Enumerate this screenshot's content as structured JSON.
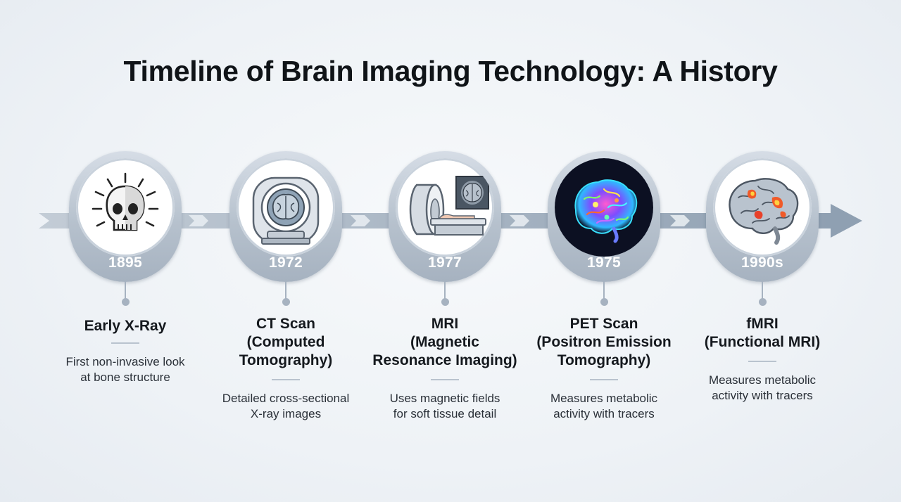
{
  "title": "Timeline of Brain Imaging Technology: A History",
  "colors": {
    "arrow": "#a9b6c4",
    "pill": "#b6c1cd",
    "heat": "#f05a28"
  },
  "milestones": [
    {
      "year": "1895",
      "icon": "skull-xray-icon",
      "title_lines": [
        "Early X-Ray"
      ],
      "desc_lines": [
        "First non-invasive look",
        "at bone structure"
      ]
    },
    {
      "year": "1972",
      "icon": "ct-scanner-icon",
      "title_lines": [
        "CT Scan",
        "(Computed",
        "Tomography)"
      ],
      "desc_lines": [
        "Detailed cross-sectional",
        "X-ray images"
      ]
    },
    {
      "year": "1977",
      "icon": "mri-machine-icon",
      "title_lines": [
        "MRI",
        "(Magnetic",
        "Resonance Imaging)"
      ],
      "desc_lines": [
        "Uses magnetic fields",
        "for soft tissue detail"
      ]
    },
    {
      "year": "1975",
      "icon": "pet-brain-icon",
      "title_lines": [
        "PET Scan",
        "(Positron Emission",
        "Tomography)"
      ],
      "desc_lines": [
        "Measures metabolic",
        "activity with tracers"
      ]
    },
    {
      "year": "1990s",
      "icon": "fmri-brain-icon",
      "title_lines": [
        "fMRI",
        "(Functional MRI)"
      ],
      "desc_lines": [
        "Measures metabolic",
        "activity with tracers"
      ]
    }
  ]
}
